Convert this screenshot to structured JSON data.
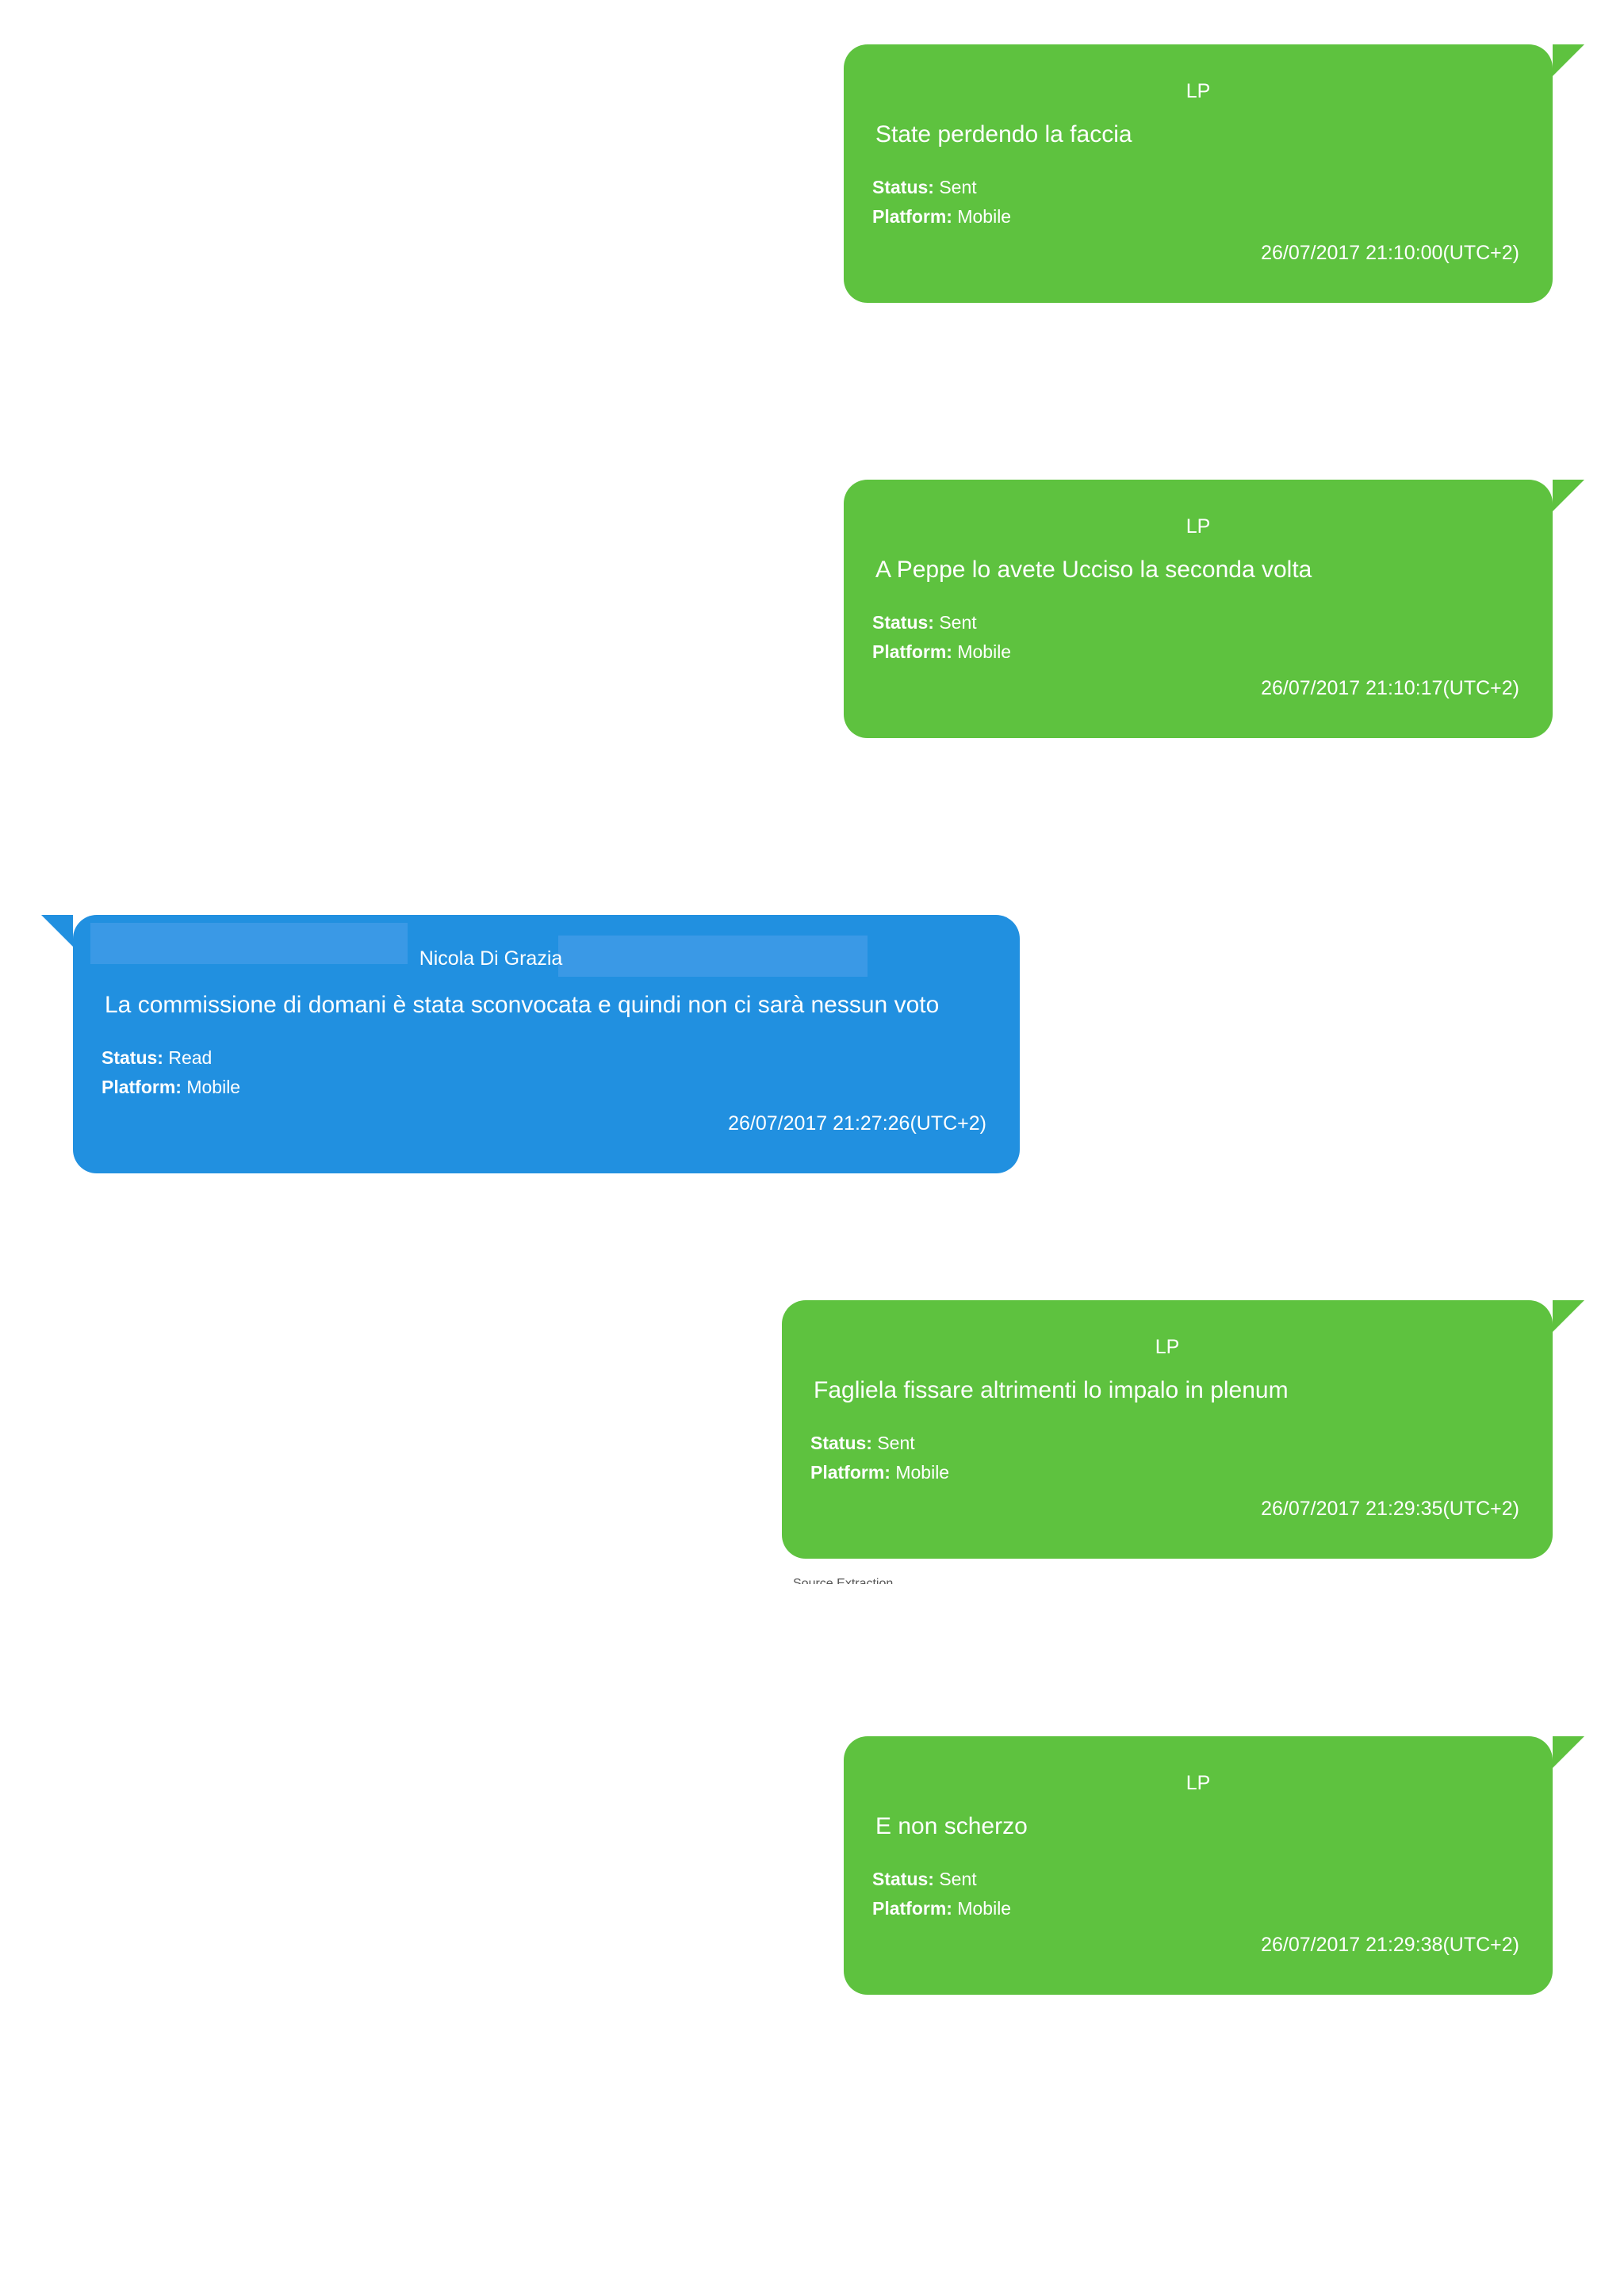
{
  "messages": [
    {
      "sender": "LP",
      "text": "State perdendo la faccia",
      "status_key": "Status:",
      "status": "Sent",
      "platform_key": "Platform:",
      "platform": "Mobile",
      "timestamp": "26/07/2017 21:10:00(UTC+2)"
    },
    {
      "sender": "LP",
      "text": "A Peppe lo avete Ucciso la seconda volta",
      "status_key": "Status:",
      "status": "Sent",
      "platform_key": "Platform:",
      "platform": "Mobile",
      "timestamp": "26/07/2017 21:10:17(UTC+2)"
    },
    {
      "sender": "Nicola Di Grazia",
      "text": "La commissione di domani è stata sconvocata e quindi non ci sarà nessun voto",
      "status_key": "Status:",
      "status": "Read",
      "platform_key": "Platform:",
      "platform": "Mobile",
      "timestamp": "26/07/2017 21:27:26(UTC+2)"
    },
    {
      "sender": "LP",
      "text": "Fagliela fissare altrimenti lo impalo in plenum",
      "status_key": "Status:",
      "status": "Sent",
      "platform_key": "Platform:",
      "platform": "Mobile",
      "timestamp": "26/07/2017 21:29:35(UTC+2)"
    },
    {
      "sender": "LP",
      "text": "E non scherzo",
      "status_key": "Status:",
      "status": "Sent",
      "platform_key": "Platform:",
      "platform": "Mobile",
      "timestamp": "26/07/2017 21:29:38(UTC+2)"
    }
  ],
  "footer_cutoff": "Source Extraction",
  "colors": {
    "outgoing": "#5ec23f",
    "incoming": "#2190e0",
    "text": "#ffffff"
  }
}
